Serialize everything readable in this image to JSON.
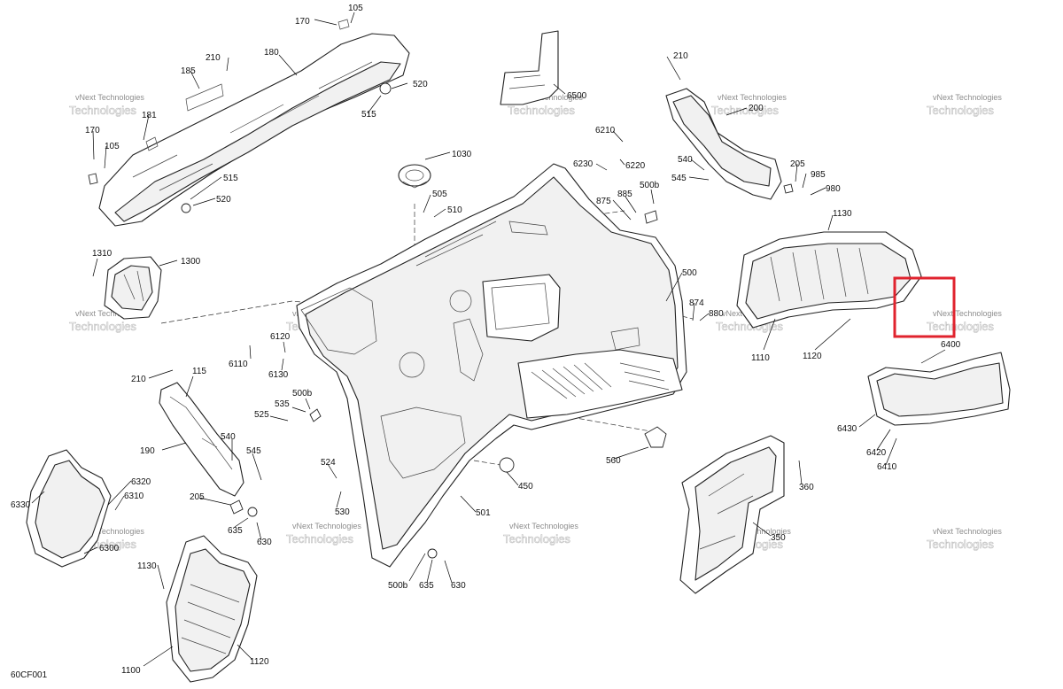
{
  "diagram": {
    "code": "60CF001",
    "watermark_line1": "vNext",
    "watermark_line1_full": "vNext Technologies",
    "watermark_line2": "Technologies",
    "highlight_color": "#e0232e",
    "callouts": {
      "c105a": "105",
      "c170a": "170",
      "c180": "180",
      "c210a": "210",
      "c185": "185",
      "c520a": "520",
      "c515a": "515",
      "c181": "181",
      "c170b": "170",
      "c105b": "105",
      "c515b": "515",
      "c520b": "520",
      "c1030": "1030",
      "c505": "505",
      "c510": "510",
      "c6500": "6500",
      "c210b": "210",
      "c200": "200",
      "c6210": "6210",
      "c6230": "6230",
      "c6220": "6220",
      "c875": "875",
      "c885": "885",
      "c500b_a": "500b",
      "c540a": "540",
      "c545a": "545",
      "c205a": "205",
      "c985": "985",
      "c980": "980",
      "c1130a": "1130",
      "c1310": "1310",
      "c1300": "1300",
      "c500": "500",
      "c874": "874",
      "c880": "880",
      "c1110": "1110",
      "c1120a": "1120",
      "c6400": "6400",
      "c6120": "6120",
      "c6110": "6110",
      "c6130": "6130",
      "c210c": "210",
      "c115": "115",
      "c500b_b": "500b",
      "c535": "535",
      "c525": "525",
      "c190": "190",
      "c540b": "540",
      "c545b": "545",
      "c205b": "205",
      "c635a": "635",
      "c630a": "630",
      "c524": "524",
      "c530": "530",
      "c450": "450",
      "c501": "501",
      "c560": "560",
      "c6430": "6430",
      "c6420": "6420",
      "c6410": "6410",
      "c360": "360",
      "c350": "350",
      "c6330": "6330",
      "c6320": "6320",
      "c6310": "6310",
      "c6300": "6300",
      "c1130b": "1130",
      "c1100": "1100",
      "c1120b": "1120",
      "c500b_c": "500b",
      "c635b": "635",
      "c630b": "630"
    }
  }
}
